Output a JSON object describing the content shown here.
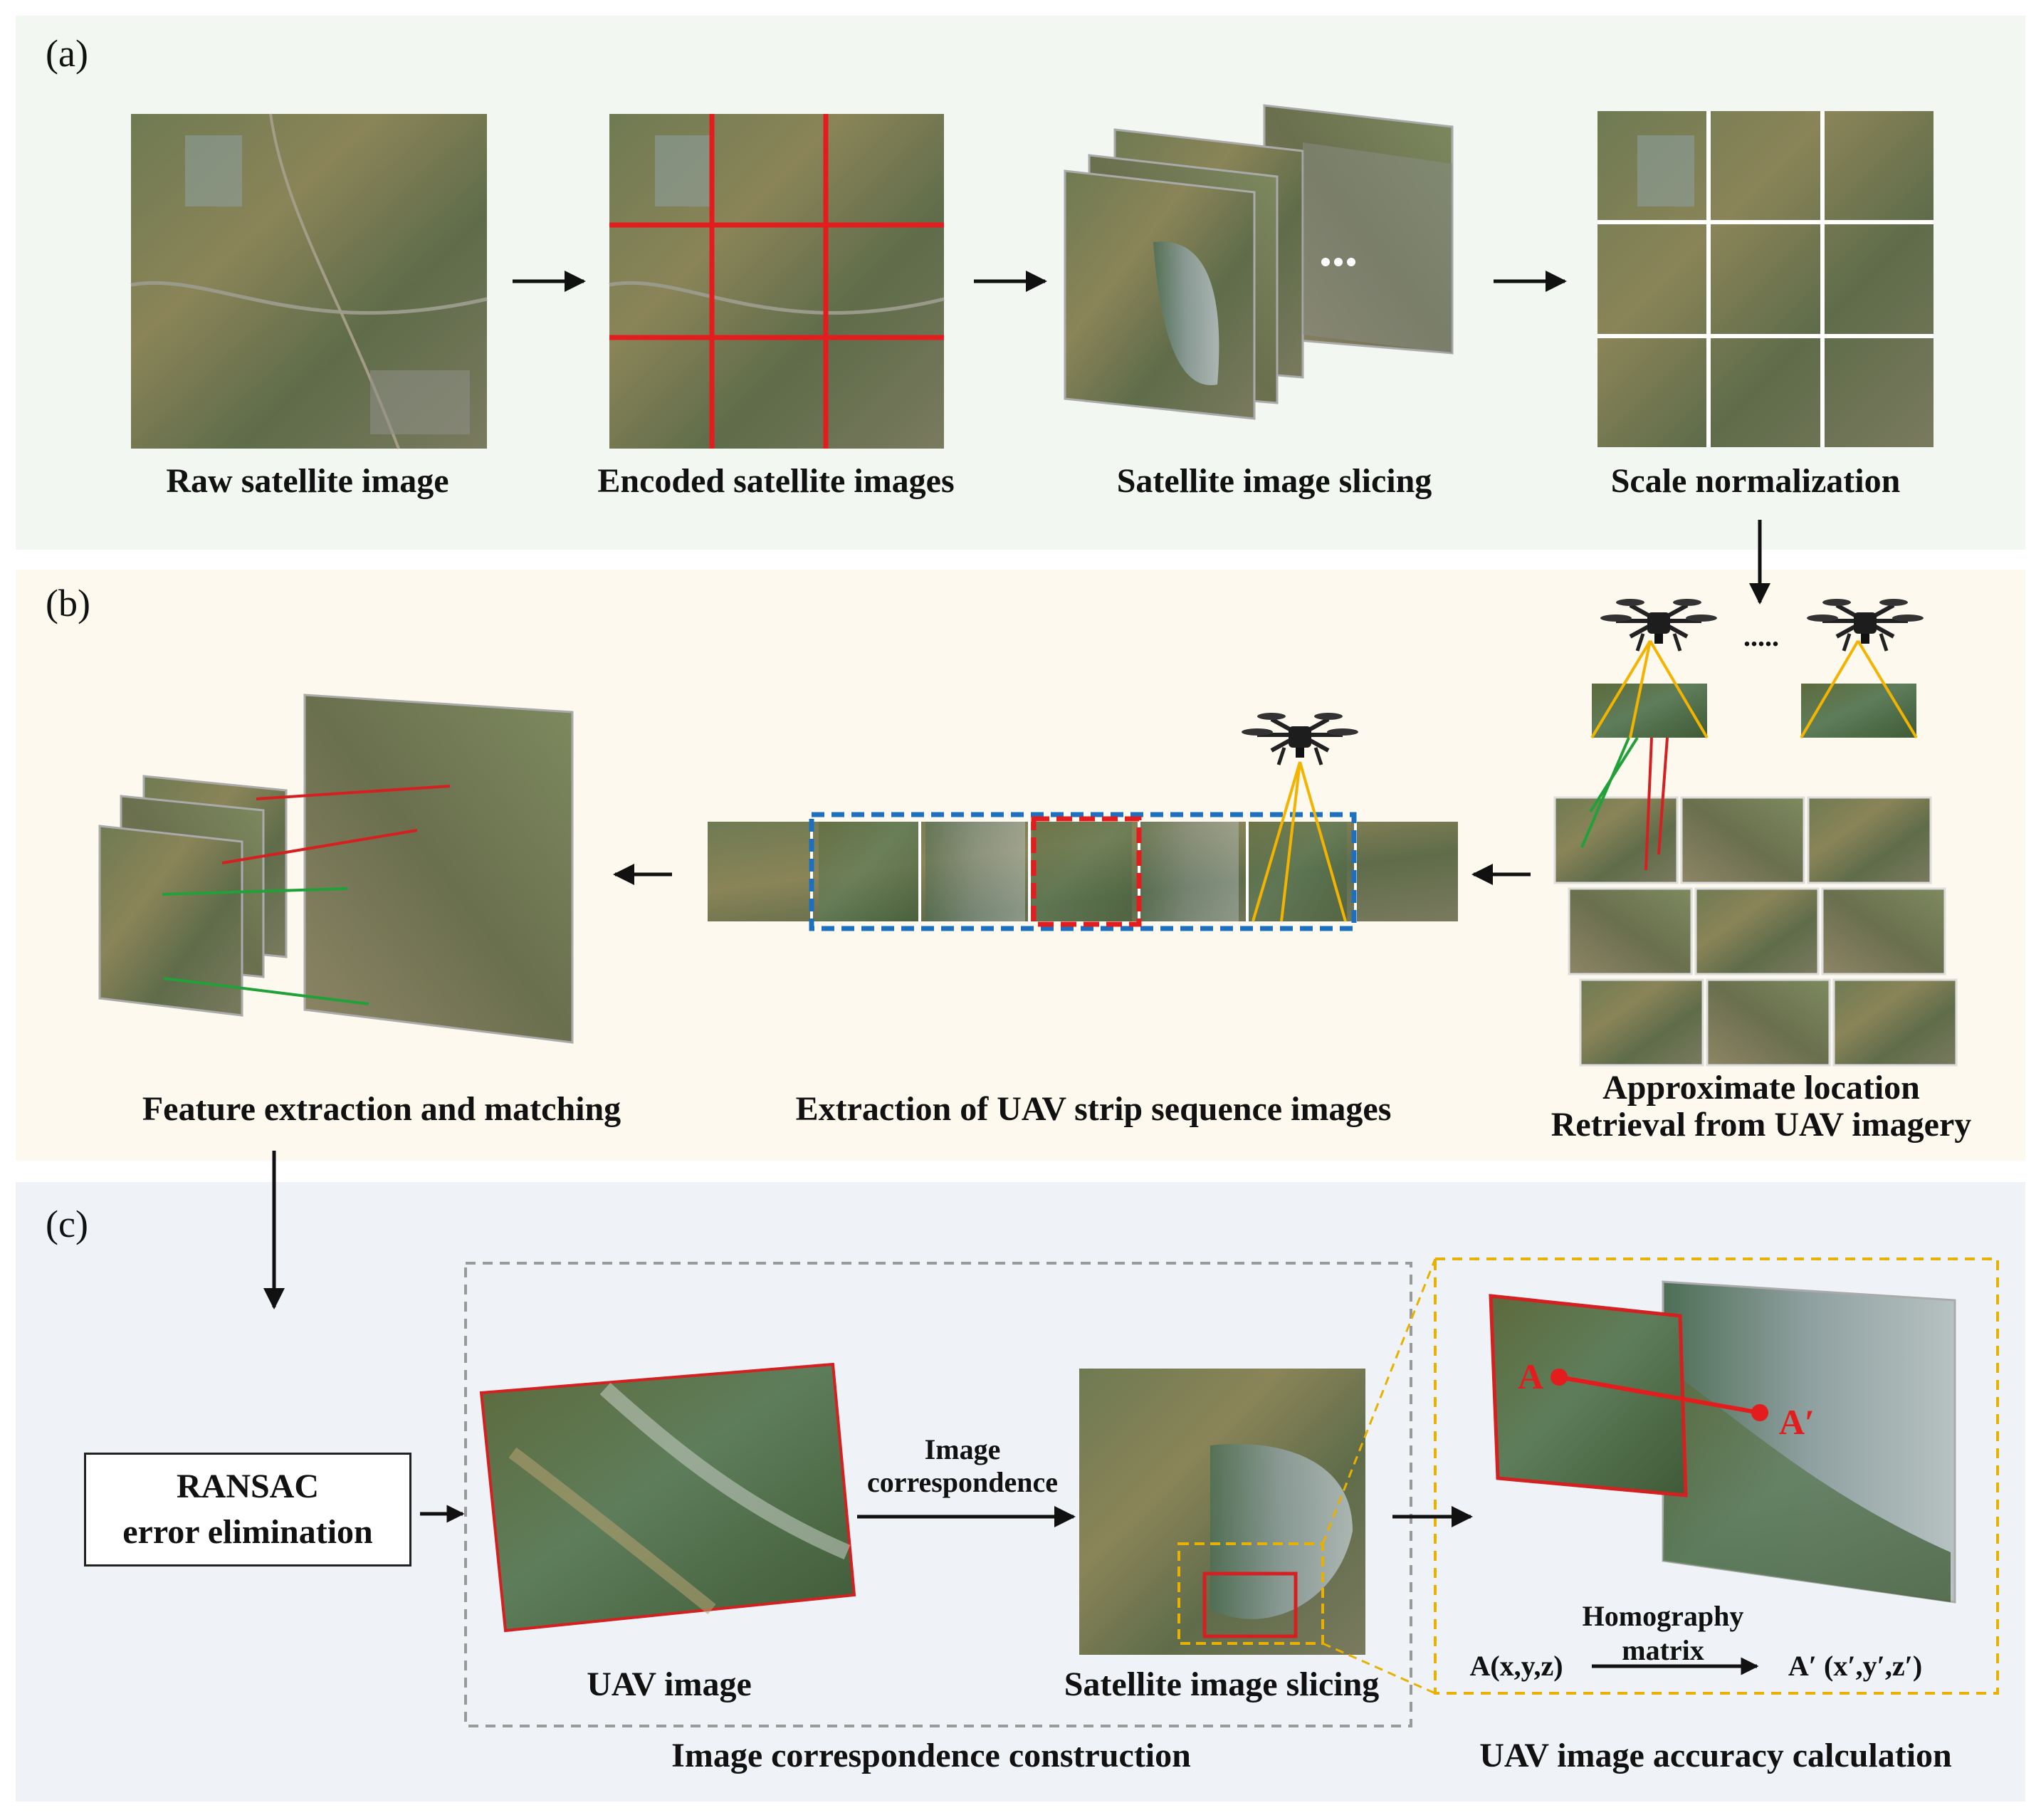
{
  "panels": {
    "a": {
      "label": "(a)",
      "captions": [
        "Raw satellite image",
        "Encoded satellite images",
        "Satellite image slicing",
        "Scale normalization"
      ]
    },
    "b": {
      "label": "(b)",
      "captions": {
        "feature": "Feature extraction and matching",
        "strip": "Extraction of UAV strip sequence images",
        "location_line1": "Approximate location",
        "location_line2": "Retrieval from UAV imagery"
      },
      "drone_ellipsis": "....."
    },
    "c": {
      "label": "(c)",
      "ransac_line1": "RANSAC",
      "ransac_line2": "error elimination",
      "correspondence_line1": "Image",
      "correspondence_line2": "correspondence",
      "uav_image": "UAV image",
      "satellite_slicing": "Satellite image slicing",
      "construction": "Image correspondence construction",
      "accuracy": "UAV image accuracy calculation",
      "point_a": "A",
      "point_a_prime": "A′",
      "homography_line1": "Homography",
      "homography_line2": "matrix",
      "coord_a": "A(x,y,z)",
      "coord_a_prime": "A′ (x′,y′,z′)"
    }
  },
  "colors": {
    "encode_grid": "#e31d1d",
    "strip_box": "#1f6fbf",
    "match_red": "#d42020",
    "match_green": "#22a03a",
    "drone_fov": "#f2b400",
    "highlight_yellow": "#e8b100",
    "gray_dashed": "#9a9a9a"
  },
  "icons": [
    "drone-icon",
    "arrow-right-icon",
    "arrow-left-icon",
    "arrow-down-icon"
  ]
}
